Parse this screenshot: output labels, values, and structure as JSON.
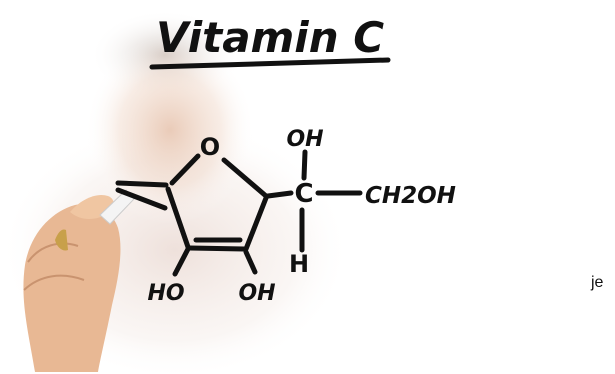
{
  "title": "Vitamin C",
  "structure": {
    "ring_oxygen": "O",
    "stereo_top": "OH",
    "stereo_center": "C",
    "side_chain": "CH2OH",
    "stereo_bottom": "H",
    "ring_left_sub": "HO",
    "ring_right_sub": "OH"
  },
  "side_text": "je",
  "colors": {
    "ink": "#111111",
    "background": "#ffffff",
    "skin": "#e8b894",
    "marker": "#f4f4f4"
  }
}
